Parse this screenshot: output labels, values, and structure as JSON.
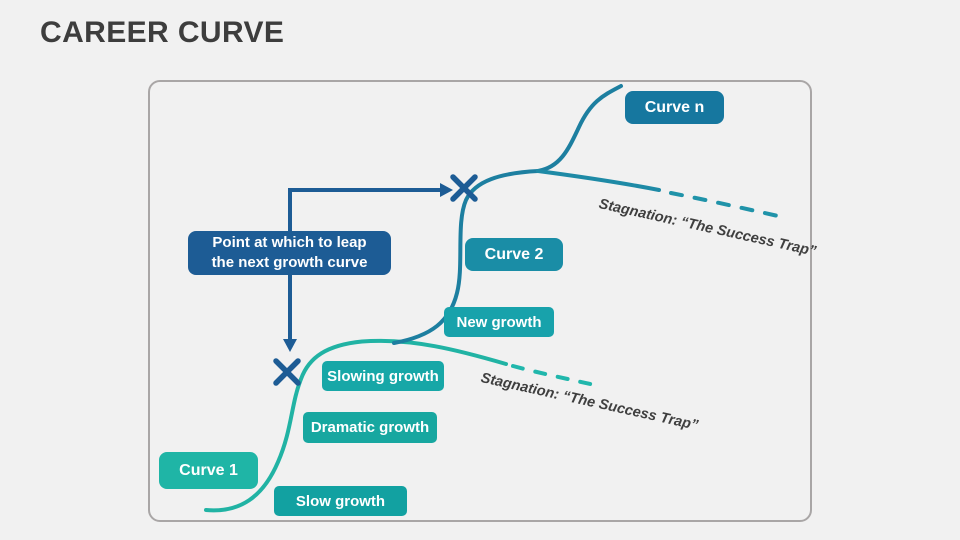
{
  "title": "CAREER CURVE",
  "colors": {
    "background": "#f1f1f1",
    "frame_border": "#a9a6a6",
    "accent_blue": "#1d5c95",
    "curve1_line": "#21b3a4",
    "curve1_stagnation_dash": "#21b7ac",
    "curve2_line": "#1d7fa0",
    "curve2_stagnation_solid": "#1e8aa6",
    "curve2_stagnation_dash": "#2093a9",
    "annotation_text": "#3f3f3f",
    "title_text": "#3d3d3d"
  },
  "badges": {
    "curve_n": {
      "label": "Curve n",
      "color": "#16779f"
    },
    "curve_2": {
      "label": "Curve 2",
      "color": "#1a8da6"
    },
    "new_growth": {
      "label": "New growth",
      "color": "#18a2ab"
    },
    "slowing_growth": {
      "label": "Slowing growth",
      "color": "#17a7a7"
    },
    "dramatic_growth": {
      "label": "Dramatic growth",
      "color": "#17a7a0"
    },
    "curve_1": {
      "label": "Curve 1",
      "color": "#1fb5a6"
    },
    "slow_growth": {
      "label": "Slow growth",
      "color": "#12a1a1"
    }
  },
  "callout": {
    "line1": "Point at which to leap",
    "line2": "the next growth curve",
    "color": "#1d5c95"
  },
  "annotations": {
    "stagnation_top": "Stagnation: “The Success Trap”",
    "stagnation_bottom": "Stagnation: “The Success Trap”"
  }
}
